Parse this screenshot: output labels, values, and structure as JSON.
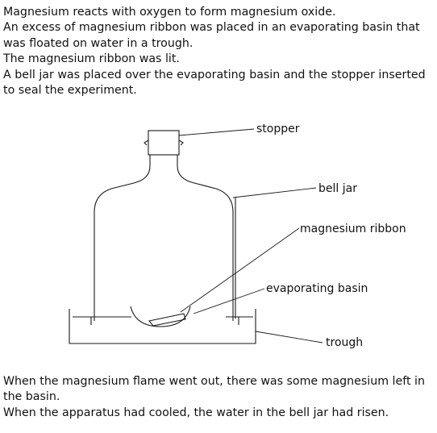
{
  "intro_lines": [
    "Magnesium reacts with oxygen to form magnesium oxide.",
    "An excess of magnesium ribbon was placed in an evaporating basin that was floated on water in a trough.",
    "The magnesium ribbon was lit.",
    "A bell jar was placed over the evaporating basin and the stopper inserted to seal the experiment."
  ],
  "labels": {
    "stopper": "stopper",
    "bell_jar": "bell jar",
    "magnesium_ribbon": "magnesium ribbon",
    "evaporating_basin": "evaporating basin",
    "trough": "trough"
  },
  "outro_lines": [
    "When the magnesium flame went out, there was some magnesium left in the basin.",
    "When the apparatus had cooled, the water in the bell jar had risen."
  ]
}
